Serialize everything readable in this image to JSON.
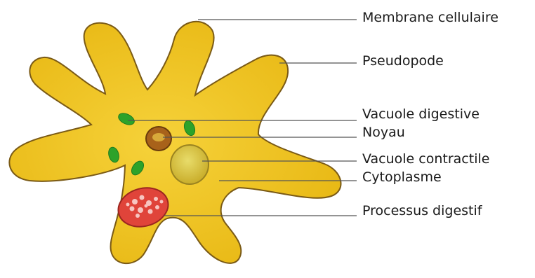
{
  "diagram": {
    "labels": {
      "membrane": "Membrane cellulaire",
      "pseudopode": "Pseudopode",
      "vacuole_digestive": "Vacuole digestive",
      "noyau": "Noyau",
      "vacuole_contractile": "Vacuole contractile",
      "cytoplasme": "Cytoplasme",
      "processus": "Processus digestif"
    },
    "colors": {
      "cell_fill": "#efc21c",
      "cell_edge": "#7a5a16",
      "vacuole_green": "#2da22a",
      "nucleus": "#a8621a",
      "contractile": "#d8c23a",
      "digestive_red": "#e0443a",
      "leader": "#555555"
    }
  }
}
